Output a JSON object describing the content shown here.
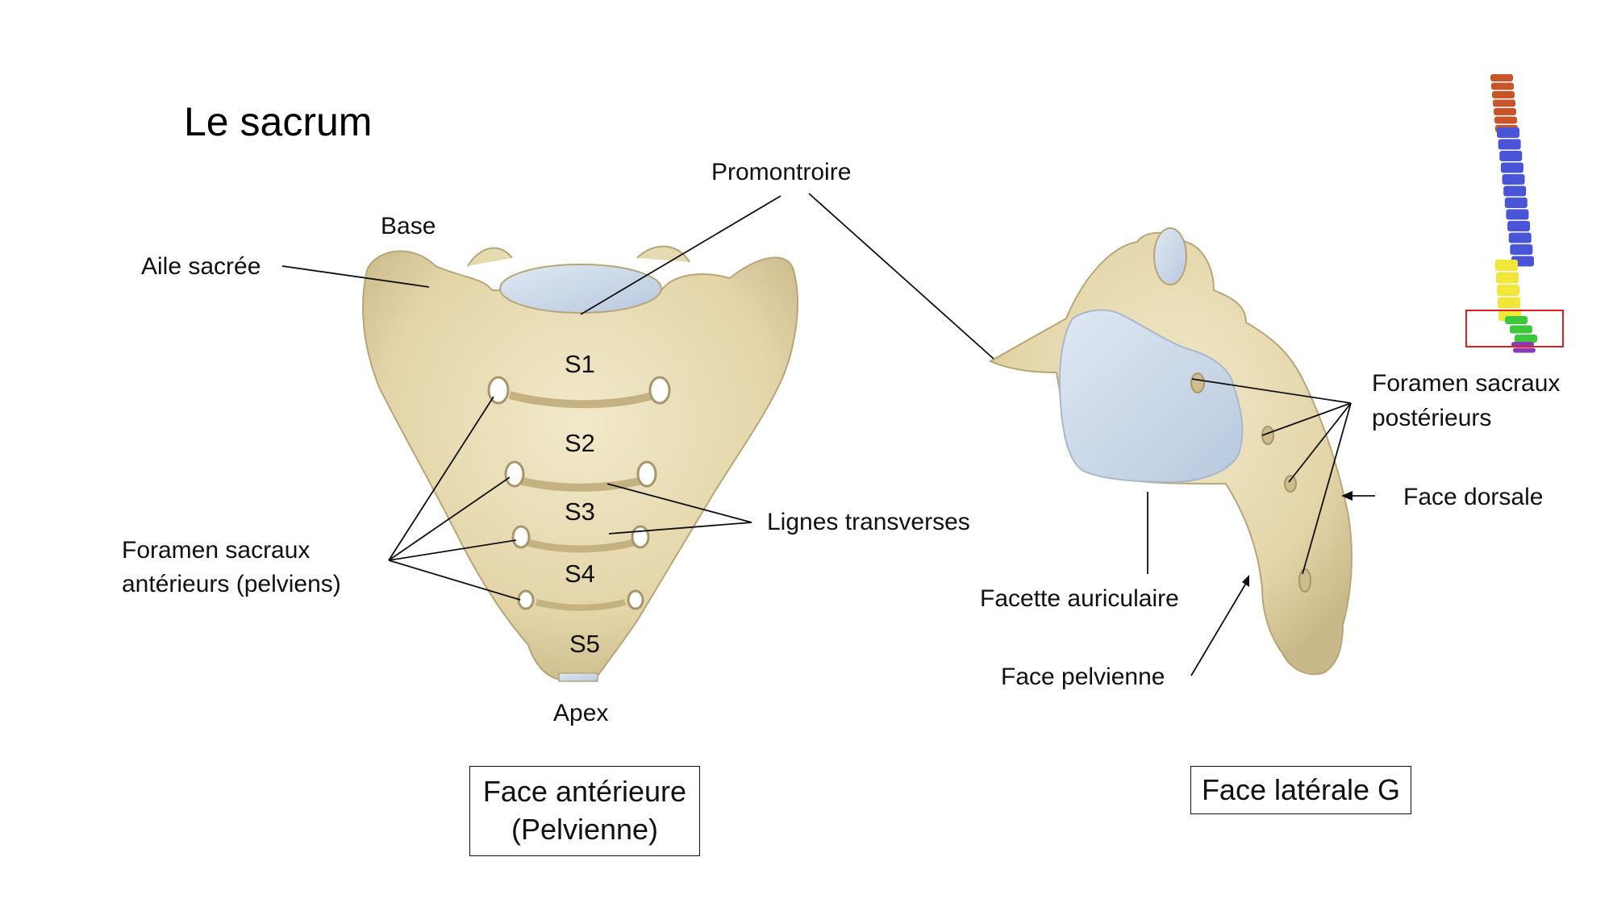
{
  "title": "Le sacrum",
  "labels": {
    "promontoire": "Promontroire",
    "base": "Base",
    "aile_sacree": "Aile sacrée",
    "foramen_ant_1": "Foramen sacraux",
    "foramen_ant_2": "antérieurs (pelviens)",
    "lignes_transverses": "Lignes transverses",
    "apex": "Apex",
    "facette_auriculaire": "Facette auriculaire",
    "face_pelvienne": "Face pelvienne",
    "face_dorsale": "Face dorsale",
    "foramen_post_1": "Foramen sacraux",
    "foramen_post_2": "postérieurs"
  },
  "segments": [
    "S1",
    "S2",
    "S3",
    "S4",
    "S5"
  ],
  "captions": {
    "anterior_line1": "Face antérieure",
    "anterior_line2": "(Pelvienne)",
    "lateral": "Face latérale G"
  },
  "colors": {
    "bone": "#e8dcb4",
    "bone_shadow": "#c9b88a",
    "cartilage": "#c9d8ea",
    "spine_cervical": "#c8552a",
    "spine_thoracic": "#4a54d6",
    "spine_lumbar": "#f2e63a",
    "spine_sacrum": "#3cc83c",
    "spine_coccyx": "#8a3ab4",
    "highlight_box": "#e02020"
  }
}
